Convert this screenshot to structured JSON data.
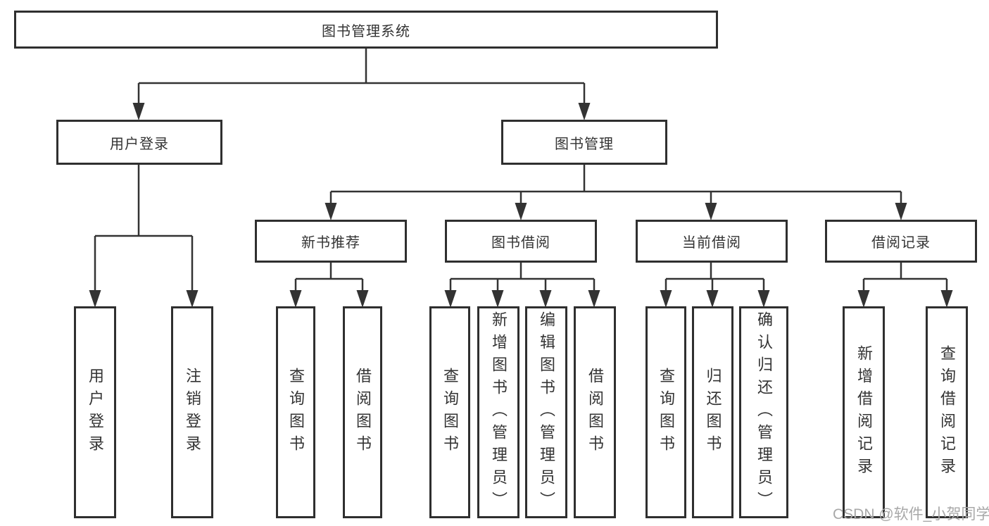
{
  "colors": {
    "line_color": "#333333",
    "box_border": "#2f2f2f",
    "text_color": "#333333",
    "watermark_color": "#a8a8a8",
    "background": "#ffffff"
  },
  "tree": {
    "root": {
      "label": "图书管理系统"
    },
    "level2": [
      {
        "label": "用户登录"
      },
      {
        "label": "图书管理"
      }
    ],
    "level3": [
      {
        "label": "新书推荐"
      },
      {
        "label": "图书借阅"
      },
      {
        "label": "当前借阅"
      },
      {
        "label": "借阅记录"
      }
    ],
    "leaves": [
      {
        "label": "用户登录",
        "parent": "用户登录"
      },
      {
        "label": "注销登录",
        "parent": "用户登录"
      },
      {
        "label": "查询图书",
        "parent": "新书推荐"
      },
      {
        "label": "借阅图书",
        "parent": "新书推荐"
      },
      {
        "label": "查询图书",
        "parent": "图书借阅"
      },
      {
        "label": "新增图书（管理员）",
        "parent": "图书借阅"
      },
      {
        "label": "编辑图书（管理员）",
        "parent": "图书借阅"
      },
      {
        "label": "借阅图书",
        "parent": "图书借阅"
      },
      {
        "label": "查询图书",
        "parent": "当前借阅"
      },
      {
        "label": "归还图书",
        "parent": "当前借阅"
      },
      {
        "label": "确认归还（管理员）",
        "parent": "当前借阅"
      },
      {
        "label": "新增借阅记录",
        "parent": "借阅记录"
      },
      {
        "label": "查询借阅记录",
        "parent": "借阅记录"
      }
    ]
  },
  "watermark": {
    "text": "CSDN @软件_小贺同学"
  }
}
